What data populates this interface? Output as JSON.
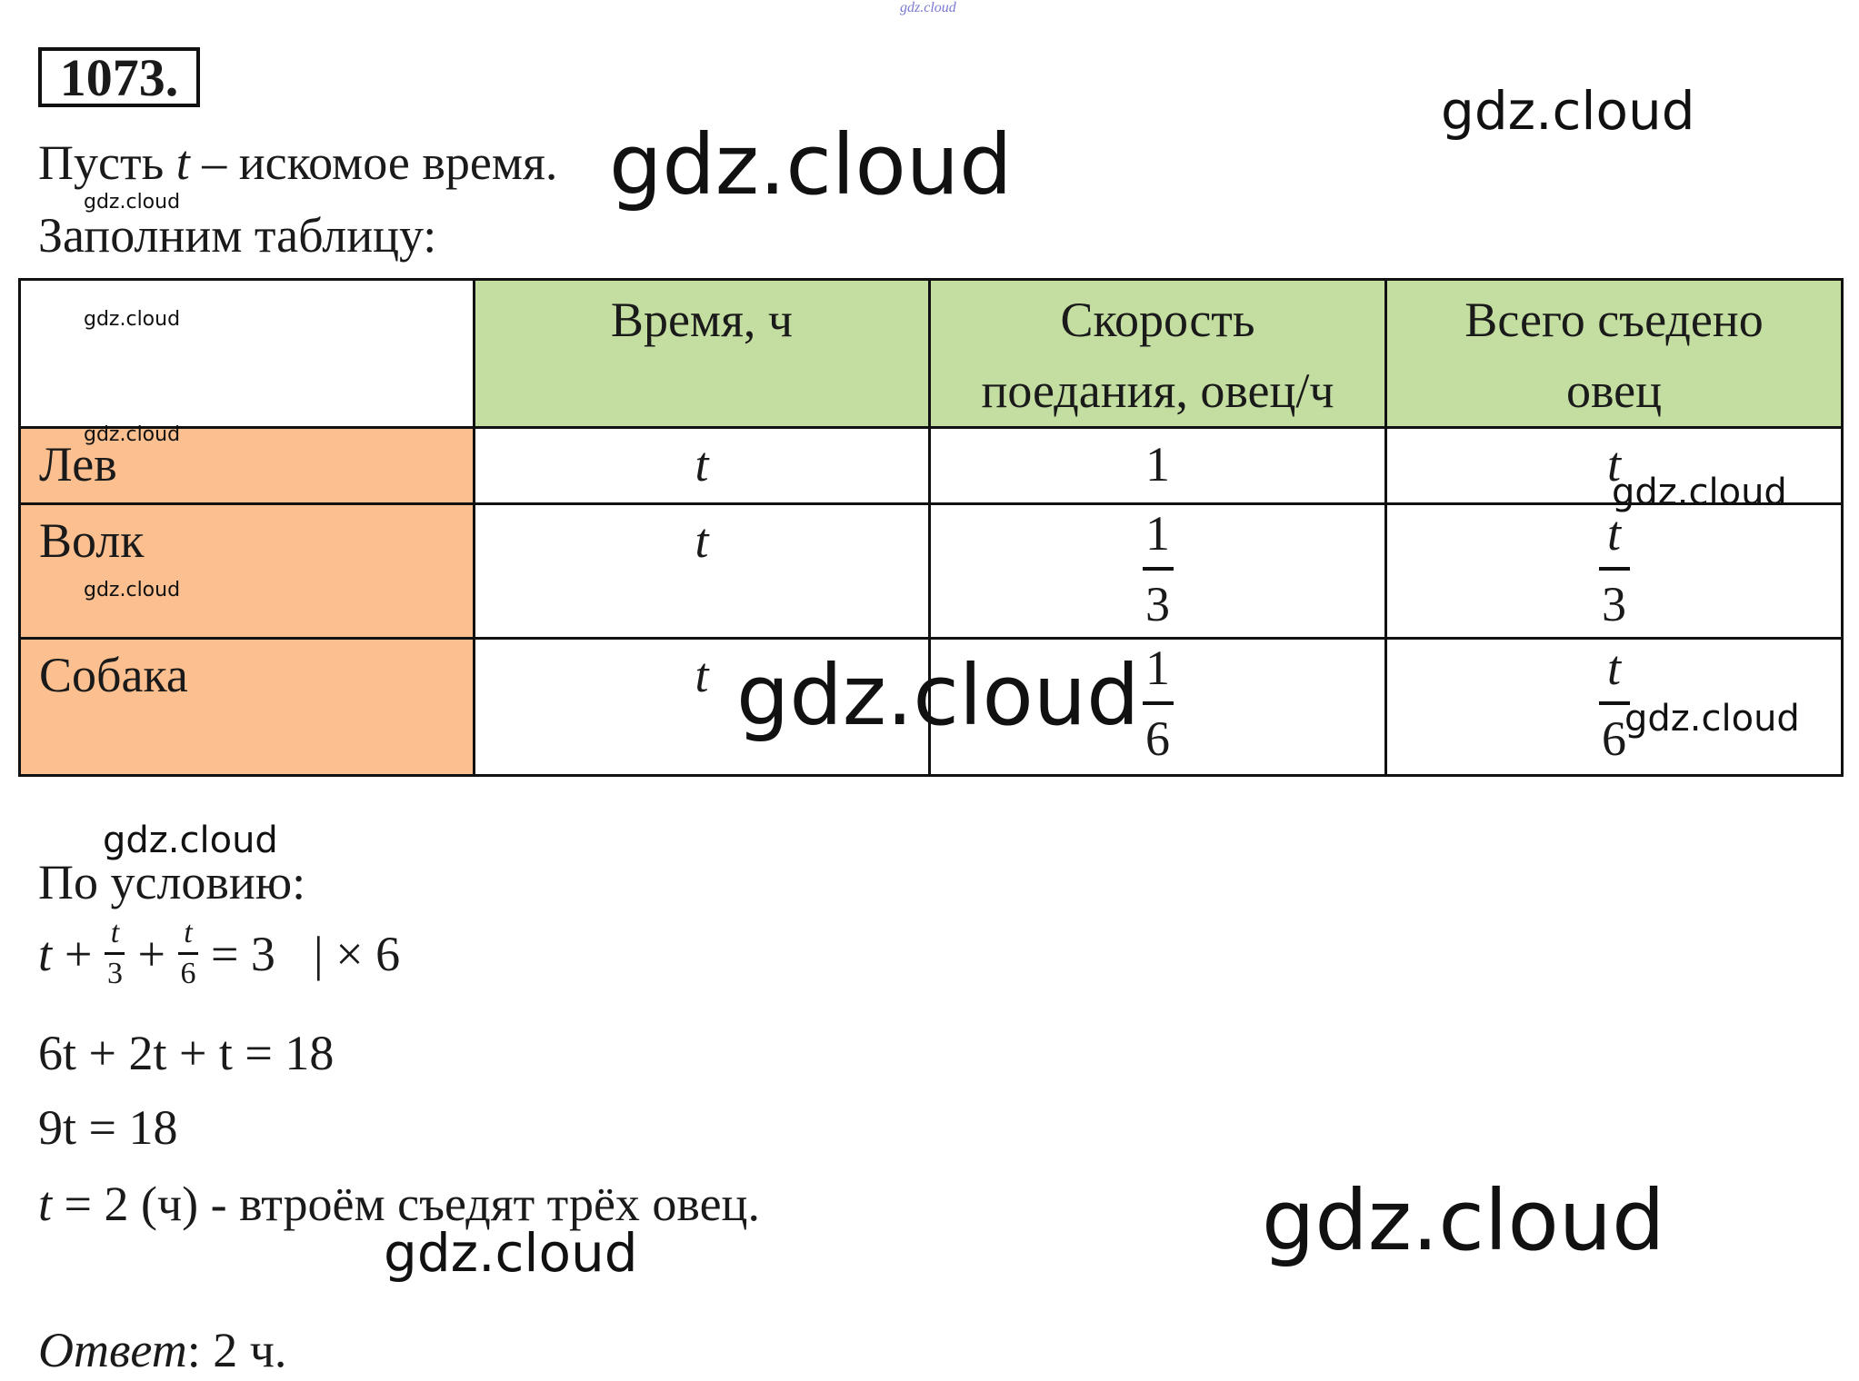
{
  "problem_number": "1073.",
  "intro": {
    "line1_before": "Пусть ",
    "line1_var": "t",
    "line1_after": " – искомое время.",
    "line2": "Заполним таблицу:"
  },
  "table": {
    "headers": [
      "Время, ч",
      "Скорость",
      "поедания, овец/ч",
      "Всего съедено",
      "овец"
    ],
    "rows": [
      {
        "label": "Лев",
        "time": "t",
        "speed_num": "1",
        "speed_den": "",
        "total_num": "t",
        "total_den": ""
      },
      {
        "label": "Волк",
        "time": "t",
        "speed_num": "1",
        "speed_den": "3",
        "total_num": "t",
        "total_den": "3"
      },
      {
        "label": "Собака",
        "time": "t",
        "speed_num": "1",
        "speed_den": "6",
        "total_num": "t",
        "total_den": "6"
      }
    ]
  },
  "solution": {
    "heading": "По условию:",
    "eq1": {
      "t": "t",
      "plus": "+",
      "f1_num": "t",
      "f1_den": "3",
      "f2_num": "t",
      "f2_den": "6",
      "rhs": "= 3",
      "mult": "| × 6"
    },
    "eq2": "6t + 2t + t = 18",
    "eq3": "9t = 18",
    "eq4_var": "t",
    "eq4_rest": " = 2 (ч) - втроём съедят трёх овец.",
    "answer_label": "Ответ",
    "answer_value": ": 2 ч."
  },
  "watermark": "gdz.cloud"
}
